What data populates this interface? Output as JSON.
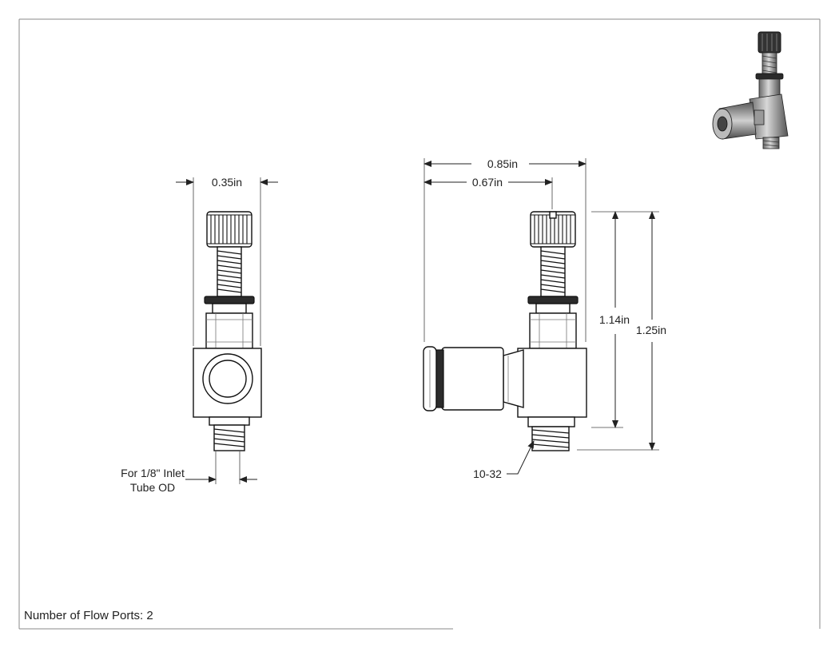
{
  "dimensions": {
    "front_width": "0.35in",
    "side_overall_width": "0.85in",
    "side_partial_width": "0.67in",
    "side_height_a": "1.14in",
    "side_height_b": "1.25in"
  },
  "callouts": {
    "inlet_line1": "For 1/8\" Inlet",
    "inlet_line2": "Tube OD",
    "thread": "10-32"
  },
  "footer": {
    "note": "Number of Flow Ports: 2"
  },
  "icons": {
    "isometric_preview": "flow-control-valve-3d-icon"
  },
  "colors": {
    "line": "#222222",
    "background": "#ffffff",
    "dark_part": "#2b2b2b"
  }
}
